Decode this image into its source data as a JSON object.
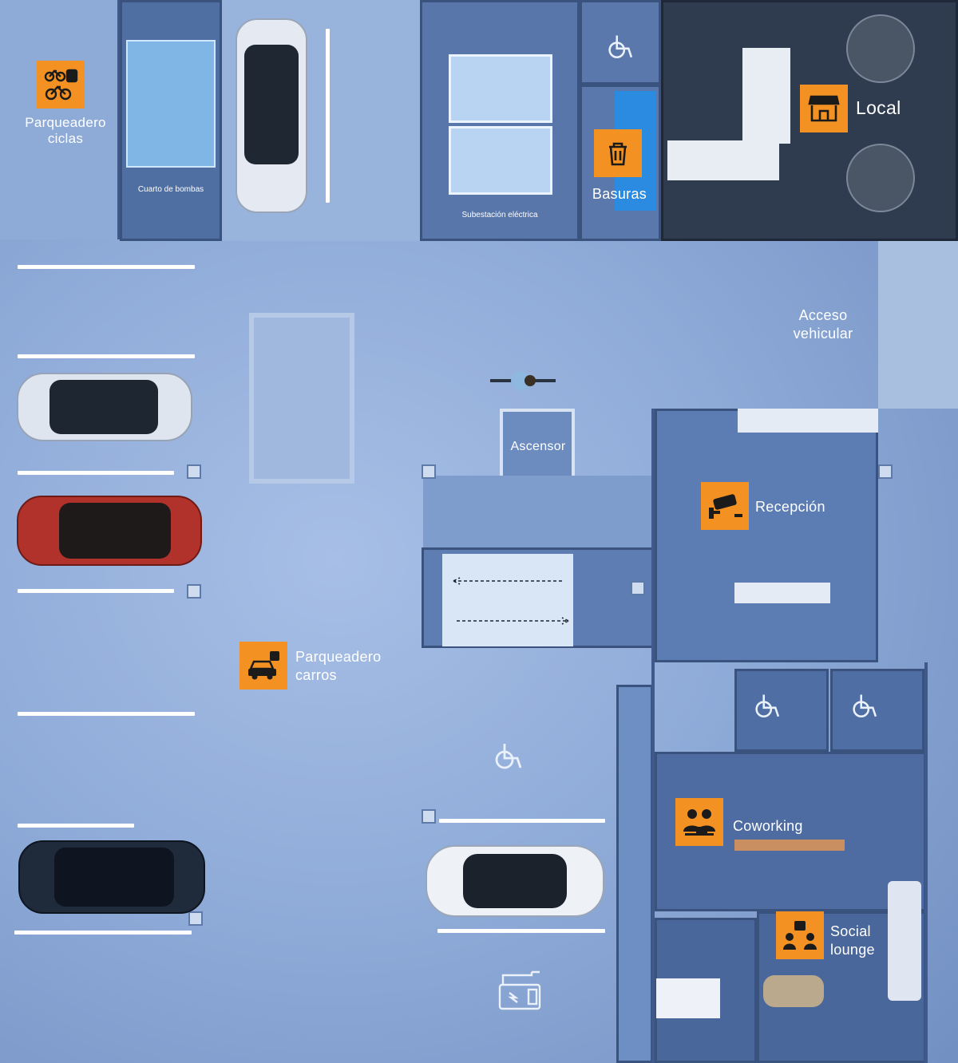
{
  "labels": {
    "bike_parking": "Parqueadero\nciclas",
    "pump_room": "Cuarto de bombas",
    "substation": "Subestación eléctrica",
    "trash": "Basuras",
    "shop": "Local",
    "vehicle_access": "Acceso\nvehicular",
    "elevator": "Ascensor",
    "reception": "Recepción",
    "car_parking": "Parqueadero\ncarros",
    "coworking": "Coworking",
    "social_lounge": "Social\nlounge"
  },
  "icons": {
    "bike_parking": "bicycle-parking-icon",
    "trash": "trash-can-icon",
    "shop": "storefront-icon",
    "reception": "security-camera-icon",
    "car_parking": "car-parking-icon",
    "coworking": "people-laptop-icon",
    "social_lounge": "people-meeting-icon",
    "accessible": "wheelchair-icon",
    "ev_charger": "ev-charger-icon"
  },
  "colors": {
    "badge": "#f39223",
    "floor": "#8fabd8",
    "dark_room": "#2f3b4f",
    "red_car": "#b0322a",
    "white_car": "#e8edf5",
    "dark_car": "#1f2a3a"
  }
}
